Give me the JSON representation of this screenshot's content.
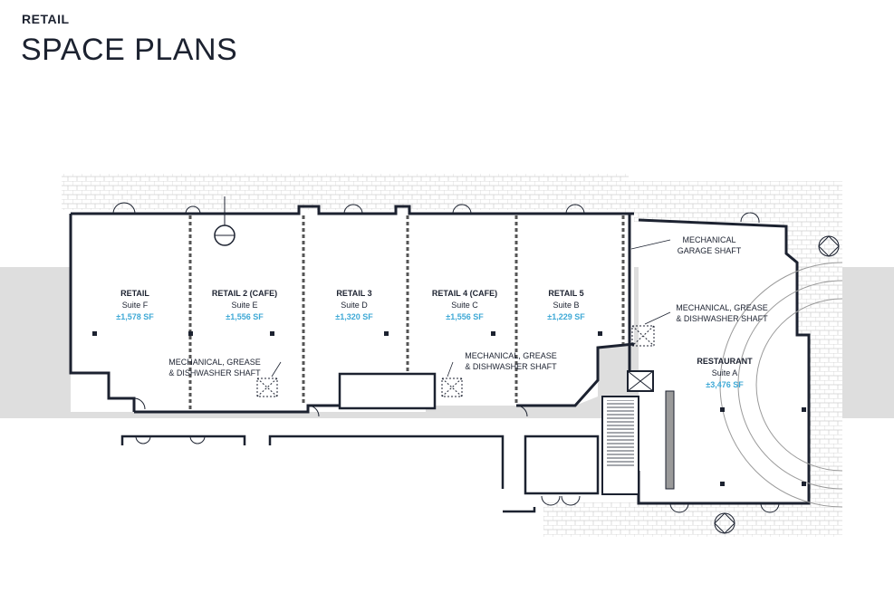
{
  "header": {
    "eyebrow": "RETAIL",
    "title": "SPACE PLANS"
  },
  "suites": [
    {
      "name": "RETAIL",
      "suite": "Suite F",
      "area": "±1,578 SF"
    },
    {
      "name": "RETAIL 2 (CAFE)",
      "suite": "Suite E",
      "area": "±1,556 SF"
    },
    {
      "name": "RETAIL 3",
      "suite": "Suite D",
      "area": "±1,320 SF"
    },
    {
      "name": "RETAIL 4 (CAFE)",
      "suite": "Suite C",
      "area": "±1,556 SF"
    },
    {
      "name": "RETAIL 5",
      "suite": "Suite B",
      "area": "±1,229 SF"
    },
    {
      "name": "RESTAURANT",
      "suite": "Suite A",
      "area": "±3,476 SF"
    }
  ],
  "notes": {
    "shaft_e": [
      "MECHANICAL, GREASE",
      "& DISHWASHER SHAFT"
    ],
    "shaft_c": [
      "MECHANICAL, GREASE",
      "& DISHWASHER SHAFT"
    ],
    "shaft_a": [
      "MECHANICAL, GREASE",
      "& DISHWASHER SHAFT"
    ],
    "garage": [
      "MECHANICAL",
      "GARAGE SHAFT"
    ]
  },
  "colors": {
    "ink": "#1c2230",
    "accent": "#3fa9d6",
    "band": "#dedede"
  }
}
